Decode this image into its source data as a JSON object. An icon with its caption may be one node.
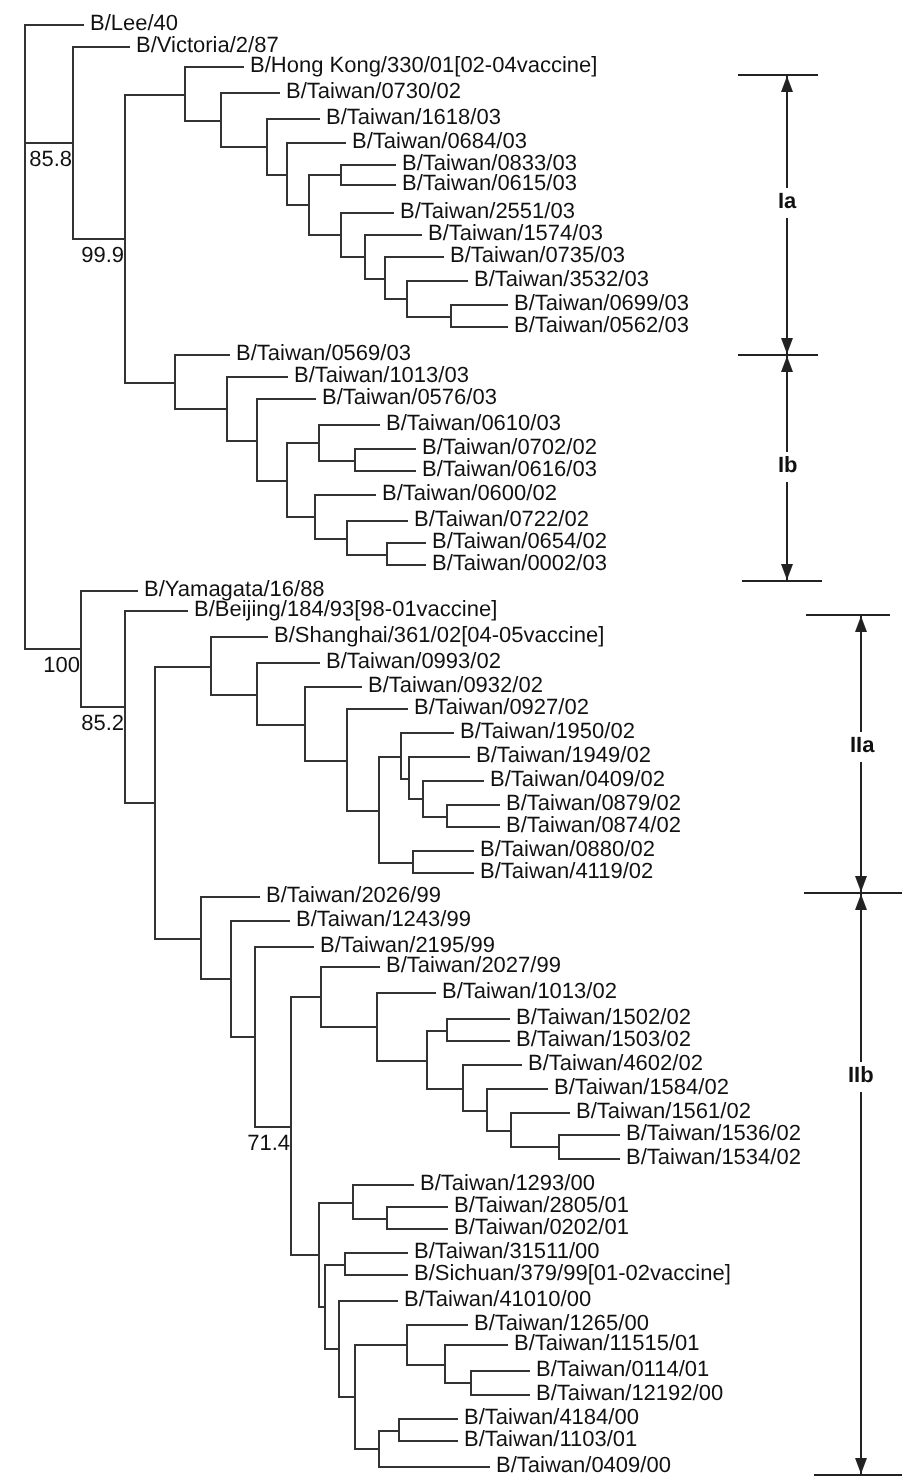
{
  "diagram": {
    "nodes": [
      {
        "text": [],
        "shape": "bar"
      },
      {
        "text": [
          "B/Lee/40"
        ]
      },
      {
        "text": [],
        "shape": "bar"
      },
      {
        "text": [
          "B/Victoria/2/87"
        ]
      },
      {
        "text": [],
        "shape": "bar"
      },
      {
        "text": [],
        "shape": "bar"
      },
      {
        "text": [
          "B/Hong Kong/330/01[02-04vaccine]"
        ]
      },
      {
        "text": [],
        "shape": "bar"
      },
      {
        "text": [
          "B/Taiwan/0730/02"
        ]
      },
      {
        "text": [],
        "shape": "bar"
      },
      {
        "text": [
          "B/Taiwan/1618/03"
        ]
      },
      {
        "text": [],
        "shape": "bar"
      },
      {
        "text": [
          "B/Taiwan/0684/03"
        ]
      },
      {
        "text": [],
        "shape": "bar"
      },
      {
        "text": [],
        "shape": "bar"
      },
      {
        "text": [
          "B/Taiwan/0833/03"
        ]
      },
      {
        "text": [
          "B/Taiwan/0615/03"
        ]
      },
      {
        "text": [],
        "shape": "bar"
      },
      {
        "text": [
          "B/Taiwan/2551/03"
        ]
      },
      {
        "text": [],
        "shape": "bar"
      },
      {
        "text": [
          "B/Taiwan/1574/03"
        ]
      },
      {
        "text": [],
        "shape": "bar"
      },
      {
        "text": [
          "B/Taiwan/0735/03"
        ]
      },
      {
        "text": [],
        "shape": "bar"
      },
      {
        "text": [
          "B/Taiwan/3532/03"
        ]
      },
      {
        "text": [],
        "shape": "bar"
      },
      {
        "text": [
          "B/Taiwan/0699/03"
        ]
      },
      {
        "text": [
          "B/Taiwan/0562/03"
        ]
      },
      {
        "text": [],
        "shape": "bar"
      },
      {
        "text": [
          "B/Taiwan/0569/03"
        ]
      },
      {
        "text": [],
        "shape": "bar"
      },
      {
        "text": [
          "B/Taiwan/1013/03"
        ]
      },
      {
        "text": [],
        "shape": "bar"
      },
      {
        "text": [
          "B/Taiwan/0576/03"
        ]
      },
      {
        "text": [],
        "shape": "bar"
      },
      {
        "text": [],
        "shape": "bar"
      },
      {
        "text": [
          "B/Taiwan/0610/03"
        ]
      },
      {
        "text": [],
        "shape": "bar"
      },
      {
        "text": [
          "B/Taiwan/0702/02"
        ]
      },
      {
        "text": [
          "B/Taiwan/0616/03"
        ]
      },
      {
        "text": [],
        "shape": "bar"
      },
      {
        "text": [
          "B/Taiwan/0600/02"
        ]
      },
      {
        "text": [],
        "shape": "bar"
      },
      {
        "text": [
          "B/Taiwan/0722/02"
        ]
      },
      {
        "text": [],
        "shape": "bar"
      },
      {
        "text": [
          "B/Taiwan/0654/02"
        ]
      },
      {
        "text": [
          "B/Taiwan/0002/03"
        ]
      },
      {
        "text": [],
        "shape": "bar"
      },
      {
        "text": [
          "B/Yamagata/16/88"
        ]
      },
      {
        "text": [],
        "shape": "bar"
      },
      {
        "text": [
          "B/Beijing/184/93[98-01vaccine]"
        ]
      },
      {
        "text": [],
        "shape": "bar"
      },
      {
        "text": [],
        "shape": "bar"
      },
      {
        "text": [
          "B/Shanghai/361/02[04-05vaccine]"
        ]
      },
      {
        "text": [],
        "shape": "bar"
      },
      {
        "text": [
          "B/Taiwan/0993/02"
        ]
      },
      {
        "text": [],
        "shape": "bar"
      },
      {
        "text": [
          "B/Taiwan/0932/02"
        ]
      },
      {
        "text": [],
        "shape": "bar"
      },
      {
        "text": [
          "B/Taiwan/0927/02"
        ]
      },
      {
        "text": [],
        "shape": "bar"
      },
      {
        "text": [],
        "shape": "bar"
      },
      {
        "text": [
          "B/Taiwan/1950/02"
        ]
      },
      {
        "text": [],
        "shape": "bar"
      },
      {
        "text": [
          "B/Taiwan/1949/02"
        ]
      },
      {
        "text": [],
        "shape": "bar"
      },
      {
        "text": [
          "B/Taiwan/0409/02"
        ]
      },
      {
        "text": [],
        "shape": "bar"
      },
      {
        "text": [
          "B/Taiwan/0879/02"
        ]
      },
      {
        "text": [
          "B/Taiwan/0874/02"
        ]
      },
      {
        "text": [],
        "shape": "bar"
      },
      {
        "text": [
          "B/Taiwan/0880/02"
        ]
      },
      {
        "text": [
          "B/Taiwan/4119/02"
        ]
      },
      {
        "text": [],
        "shape": "bar"
      },
      {
        "text": [
          "B/Taiwan/2026/99"
        ]
      },
      {
        "text": [],
        "shape": "bar"
      },
      {
        "text": [
          "B/Taiwan/1243/99"
        ]
      },
      {
        "text": [],
        "shape": "bar"
      },
      {
        "text": [
          "B/Taiwan/2195/99"
        ]
      },
      {
        "text": [],
        "shape": "bar"
      },
      {
        "text": [],
        "shape": "bar"
      },
      {
        "text": [
          "B/Taiwan/2027/99"
        ]
      },
      {
        "text": [],
        "shape": "bar"
      },
      {
        "text": [
          "B/Taiwan/1013/02"
        ]
      },
      {
        "text": [],
        "shape": "bar"
      },
      {
        "text": [],
        "shape": "bar"
      },
      {
        "text": [
          "B/Taiwan/1502/02"
        ]
      },
      {
        "text": [
          "B/Taiwan/1503/02"
        ]
      },
      {
        "text": [],
        "shape": "bar"
      },
      {
        "text": [
          "B/Taiwan/4602/02"
        ]
      },
      {
        "text": [],
        "shape": "bar"
      },
      {
        "text": [
          "B/Taiwan/1584/02"
        ]
      },
      {
        "text": [],
        "shape": "bar"
      },
      {
        "text": [
          "B/Taiwan/1561/02"
        ]
      },
      {
        "text": [],
        "shape": "bar"
      },
      {
        "text": [
          "B/Taiwan/1536/02"
        ]
      },
      {
        "text": [
          "B/Taiwan/1534/02"
        ]
      },
      {
        "text": [],
        "shape": "bar"
      },
      {
        "text": [],
        "shape": "bar"
      },
      {
        "text": [
          "B/Taiwan/1293/00"
        ]
      },
      {
        "text": [],
        "shape": "bar"
      },
      {
        "text": [
          "B/Taiwan/2805/01"
        ]
      },
      {
        "text": [
          "B/Taiwan/0202/01"
        ]
      },
      {
        "text": [],
        "shape": "bar"
      },
      {
        "text": [],
        "shape": "bar"
      },
      {
        "text": [
          "B/Taiwan/31511/00"
        ]
      },
      {
        "text": [
          "B/Sichuan/379/99[01-02vaccine]"
        ]
      },
      {
        "text": [],
        "shape": "bar"
      },
      {
        "text": [
          "B/Taiwan/41010/00"
        ]
      },
      {
        "text": [],
        "shape": "bar"
      },
      {
        "text": [],
        "shape": "bar"
      },
      {
        "text": [
          "B/Taiwan/1265/00"
        ]
      },
      {
        "text": [],
        "shape": "bar"
      },
      {
        "text": [
          "B/Taiwan/11515/01"
        ]
      },
      {
        "text": [],
        "shape": "bar"
      },
      {
        "text": [
          "B/Taiwan/0114/01"
        ]
      },
      {
        "text": [
          "B/Taiwan/12192/00"
        ]
      },
      {
        "text": [],
        "shape": "bar"
      },
      {
        "text": [],
        "shape": "bar"
      },
      {
        "text": [
          "B/Taiwan/4184/00"
        ]
      },
      {
        "text": [
          "B/Taiwan/1103/01"
        ]
      },
      {
        "text": [
          "B/Taiwan/0409/00"
        ]
      }
    ],
    "edges": [
      {
        "from": 0,
        "to": 1,
        "arrow": "none"
      },
      {
        "from": 0,
        "to": 2,
        "arrow": "none",
        "label": "85.8"
      },
      {
        "from": 2,
        "to": 3,
        "arrow": "none"
      },
      {
        "from": 2,
        "to": 4,
        "arrow": "none",
        "label": "99.9"
      },
      {
        "from": 4,
        "to": 5,
        "arrow": "none"
      },
      {
        "from": 5,
        "to": 6,
        "arrow": "none"
      },
      {
        "from": 5,
        "to": 7,
        "arrow": "none"
      },
      {
        "from": 7,
        "to": 8,
        "arrow": "none"
      },
      {
        "from": 7,
        "to": 9,
        "arrow": "none"
      },
      {
        "from": 9,
        "to": 10,
        "arrow": "none"
      },
      {
        "from": 9,
        "to": 11,
        "arrow": "none"
      },
      {
        "from": 11,
        "to": 12,
        "arrow": "none"
      },
      {
        "from": 11,
        "to": 13,
        "arrow": "none"
      },
      {
        "from": 13,
        "to": 14,
        "arrow": "none"
      },
      {
        "from": 14,
        "to": 15,
        "arrow": "none"
      },
      {
        "from": 14,
        "to": 16,
        "arrow": "none"
      },
      {
        "from": 13,
        "to": 17,
        "arrow": "none"
      },
      {
        "from": 17,
        "to": 18,
        "arrow": "none"
      },
      {
        "from": 17,
        "to": 19,
        "arrow": "none"
      },
      {
        "from": 19,
        "to": 20,
        "arrow": "none"
      },
      {
        "from": 19,
        "to": 21,
        "arrow": "none"
      },
      {
        "from": 21,
        "to": 22,
        "arrow": "none"
      },
      {
        "from": 21,
        "to": 23,
        "arrow": "none"
      },
      {
        "from": 23,
        "to": 24,
        "arrow": "none"
      },
      {
        "from": 23,
        "to": 25,
        "arrow": "none"
      },
      {
        "from": 25,
        "to": 26,
        "arrow": "none"
      },
      {
        "from": 25,
        "to": 27,
        "arrow": "none"
      },
      {
        "from": 4,
        "to": 28,
        "arrow": "none"
      },
      {
        "from": 28,
        "to": 29,
        "arrow": "none"
      },
      {
        "from": 28,
        "to": 30,
        "arrow": "none"
      },
      {
        "from": 30,
        "to": 31,
        "arrow": "none"
      },
      {
        "from": 30,
        "to": 32,
        "arrow": "none"
      },
      {
        "from": 32,
        "to": 33,
        "arrow": "none"
      },
      {
        "from": 32,
        "to": 34,
        "arrow": "none"
      },
      {
        "from": 34,
        "to": 35,
        "arrow": "none"
      },
      {
        "from": 35,
        "to": 36,
        "arrow": "none"
      },
      {
        "from": 35,
        "to": 37,
        "arrow": "none"
      },
      {
        "from": 37,
        "to": 38,
        "arrow": "none"
      },
      {
        "from": 37,
        "to": 39,
        "arrow": "none"
      },
      {
        "from": 34,
        "to": 40,
        "arrow": "none"
      },
      {
        "from": 40,
        "to": 41,
        "arrow": "none"
      },
      {
        "from": 40,
        "to": 42,
        "arrow": "none"
      },
      {
        "from": 42,
        "to": 43,
        "arrow": "none"
      },
      {
        "from": 42,
        "to": 44,
        "arrow": "none"
      },
      {
        "from": 44,
        "to": 45,
        "arrow": "none"
      },
      {
        "from": 44,
        "to": 46,
        "arrow": "none"
      },
      {
        "from": 0,
        "to": 47,
        "arrow": "none",
        "label": "100"
      },
      {
        "from": 47,
        "to": 48,
        "arrow": "none"
      },
      {
        "from": 47,
        "to": 49,
        "arrow": "none",
        "label": "85.2"
      },
      {
        "from": 49,
        "to": 50,
        "arrow": "none"
      },
      {
        "from": 49,
        "to": 51,
        "arrow": "none"
      },
      {
        "from": 51,
        "to": 52,
        "arrow": "none"
      },
      {
        "from": 52,
        "to": 53,
        "arrow": "none"
      },
      {
        "from": 52,
        "to": 54,
        "arrow": "none"
      },
      {
        "from": 54,
        "to": 55,
        "arrow": "none"
      },
      {
        "from": 54,
        "to": 56,
        "arrow": "none"
      },
      {
        "from": 56,
        "to": 57,
        "arrow": "none"
      },
      {
        "from": 56,
        "to": 58,
        "arrow": "none"
      },
      {
        "from": 58,
        "to": 59,
        "arrow": "none"
      },
      {
        "from": 58,
        "to": 60,
        "arrow": "none"
      },
      {
        "from": 60,
        "to": 61,
        "arrow": "none"
      },
      {
        "from": 61,
        "to": 62,
        "arrow": "none"
      },
      {
        "from": 61,
        "to": 63,
        "arrow": "none"
      },
      {
        "from": 63,
        "to": 64,
        "arrow": "none"
      },
      {
        "from": 63,
        "to": 65,
        "arrow": "none"
      },
      {
        "from": 65,
        "to": 66,
        "arrow": "none"
      },
      {
        "from": 65,
        "to": 67,
        "arrow": "none"
      },
      {
        "from": 67,
        "to": 68,
        "arrow": "none"
      },
      {
        "from": 67,
        "to": 69,
        "arrow": "none"
      },
      {
        "from": 60,
        "to": 70,
        "arrow": "none"
      },
      {
        "from": 70,
        "to": 71,
        "arrow": "none"
      },
      {
        "from": 70,
        "to": 72,
        "arrow": "none"
      },
      {
        "from": 51,
        "to": 73,
        "arrow": "none"
      },
      {
        "from": 73,
        "to": 74,
        "arrow": "none"
      },
      {
        "from": 73,
        "to": 75,
        "arrow": "none"
      },
      {
        "from": 75,
        "to": 76,
        "arrow": "none"
      },
      {
        "from": 75,
        "to": 77,
        "arrow": "none"
      },
      {
        "from": 77,
        "to": 78,
        "arrow": "none"
      },
      {
        "from": 77,
        "to": 79,
        "arrow": "none",
        "label": "71.4"
      },
      {
        "from": 79,
        "to": 80,
        "arrow": "none"
      },
      {
        "from": 80,
        "to": 81,
        "arrow": "none"
      },
      {
        "from": 80,
        "to": 82,
        "arrow": "none"
      },
      {
        "from": 82,
        "to": 83,
        "arrow": "none"
      },
      {
        "from": 82,
        "to": 84,
        "arrow": "none"
      },
      {
        "from": 84,
        "to": 85,
        "arrow": "none"
      },
      {
        "from": 85,
        "to": 86,
        "arrow": "none"
      },
      {
        "from": 85,
        "to": 87,
        "arrow": "none"
      },
      {
        "from": 84,
        "to": 88,
        "arrow": "none"
      },
      {
        "from": 88,
        "to": 89,
        "arrow": "none"
      },
      {
        "from": 88,
        "to": 90,
        "arrow": "none"
      },
      {
        "from": 90,
        "to": 91,
        "arrow": "none"
      },
      {
        "from": 90,
        "to": 92,
        "arrow": "none"
      },
      {
        "from": 92,
        "to": 93,
        "arrow": "none"
      },
      {
        "from": 92,
        "to": 94,
        "arrow": "none"
      },
      {
        "from": 94,
        "to": 95,
        "arrow": "none"
      },
      {
        "from": 94,
        "to": 96,
        "arrow": "none"
      },
      {
        "from": 79,
        "to": 97,
        "arrow": "none"
      },
      {
        "from": 97,
        "to": 98,
        "arrow": "none"
      },
      {
        "from": 98,
        "to": 99,
        "arrow": "none"
      },
      {
        "from": 98,
        "to": 100,
        "arrow": "none"
      },
      {
        "from": 100,
        "to": 101,
        "arrow": "none"
      },
      {
        "from": 100,
        "to": 102,
        "arrow": "none"
      },
      {
        "from": 97,
        "to": 103,
        "arrow": "none"
      },
      {
        "from": 103,
        "to": 104,
        "arrow": "none"
      },
      {
        "from": 104,
        "to": 105,
        "arrow": "none"
      },
      {
        "from": 104,
        "to": 106,
        "arrow": "none"
      },
      {
        "from": 103,
        "to": 107,
        "arrow": "none"
      },
      {
        "from": 107,
        "to": 108,
        "arrow": "none"
      },
      {
        "from": 107,
        "to": 109,
        "arrow": "none"
      },
      {
        "from": 109,
        "to": 110,
        "arrow": "none"
      },
      {
        "from": 110,
        "to": 111,
        "arrow": "none"
      },
      {
        "from": 110,
        "to": 112,
        "arrow": "none"
      },
      {
        "from": 112,
        "to": 113,
        "arrow": "none"
      },
      {
        "from": 112,
        "to": 114,
        "arrow": "none"
      },
      {
        "from": 114,
        "to": 115,
        "arrow": "none"
      },
      {
        "from": 114,
        "to": 116,
        "arrow": "none"
      },
      {
        "from": 109,
        "to": 117,
        "arrow": "none"
      },
      {
        "from": 117,
        "to": 118,
        "arrow": "none"
      },
      {
        "from": 118,
        "to": 119,
        "arrow": "none"
      },
      {
        "from": 118,
        "to": 120,
        "arrow": "none"
      },
      {
        "from": 117,
        "to": 121,
        "arrow": "none"
      }
    ],
    "labels": [
      "Ia",
      "Ib",
      "IIa",
      "IIb"
    ]
  }
}
